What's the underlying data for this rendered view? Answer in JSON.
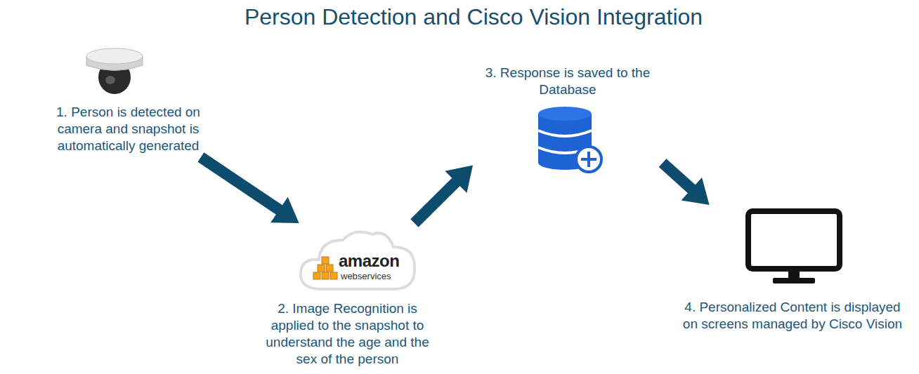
{
  "diagram": {
    "title": "Person Detection and Cisco Vision Integration",
    "nodes": [
      {
        "text": [
          "1. Person is detected on camera and snapshot is automatically generated"
        ]
      },
      {
        "text": [
          "amazon",
          "webservices",
          "2. Image Recognition is applied to the snapshot to understand the age and the sex of the person"
        ]
      },
      {
        "text": [
          "3. Response is saved to the Database"
        ]
      },
      {
        "text": [
          "4. Personalized Content is displayed on screens managed by Cisco Vision"
        ]
      }
    ],
    "edges": [
      {
        "from": 0,
        "to": 1,
        "arrow": "to"
      },
      {
        "from": 1,
        "to": 2,
        "arrow": "to"
      },
      {
        "from": 2,
        "to": 3,
        "arrow": "to"
      }
    ]
  }
}
